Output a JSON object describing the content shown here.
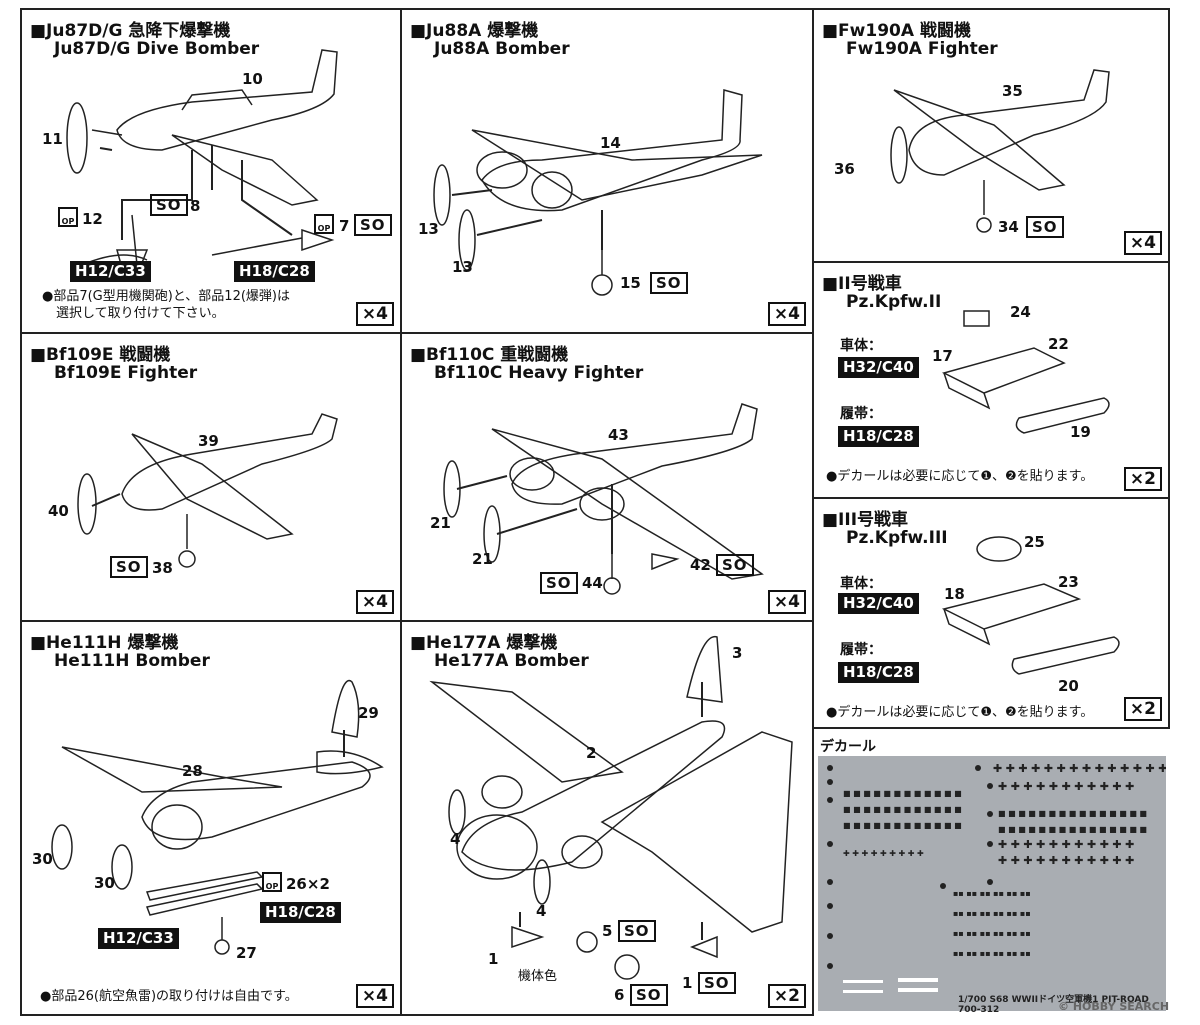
{
  "panels": {
    "ju87": {
      "title_jp": "■Ju87D/G 急降下爆撃機",
      "title_en": "Ju87D/G Dive Bomber",
      "qty": "×4",
      "parts": {
        "p10": "10",
        "p11": "11",
        "p12": "12",
        "p8": "8",
        "p7": "7"
      },
      "so": "SO",
      "code_a": "H12/C33",
      "code_b": "H18/C28",
      "op": "OP",
      "note_l1": "●部品7(G型用機関砲)と、部品12(爆弾)は",
      "note_l2": "選択して取り付けて下さい。"
    },
    "ju88": {
      "title_jp": "■Ju88A 爆撃機",
      "title_en": "Ju88A Bomber",
      "qty": "×4",
      "parts": {
        "p14": "14",
        "p13a": "13",
        "p13b": "13",
        "p15": "15"
      },
      "so": "SO"
    },
    "fw190": {
      "title_jp": "■Fw190A 戦闘機",
      "title_en": "Fw190A Fighter",
      "qty": "×4",
      "parts": {
        "p35": "35",
        "p36": "36",
        "p34": "34"
      },
      "so": "SO"
    },
    "bf109": {
      "title_jp": "■Bf109E 戦闘機",
      "title_en": "Bf109E Fighter",
      "qty": "×4",
      "parts": {
        "p39": "39",
        "p40": "40",
        "p38": "38"
      },
      "so": "SO"
    },
    "bf110": {
      "title_jp": "■Bf110C 重戦闘機",
      "title_en": "Bf110C Heavy Fighter",
      "qty": "×4",
      "parts": {
        "p43": "43",
        "p21a": "21",
        "p21b": "21",
        "p44": "44",
        "p42": "42"
      },
      "so": "SO"
    },
    "pz2": {
      "title_jp": "■II号戦車",
      "title_en": "Pz.Kpfw.II",
      "qty": "×2",
      "parts": {
        "p24": "24",
        "p22": "22",
        "p17": "17",
        "p19": "19"
      },
      "hull_label": "車体：",
      "hull_code": "H32/C40",
      "track_label": "履帯：",
      "track_code": "H18/C28",
      "note": "●デカールは必要に応じて❶、❷を貼ります。"
    },
    "pz3": {
      "title_jp": "■III号戦車",
      "title_en": "Pz.Kpfw.III",
      "qty": "×2",
      "parts": {
        "p25": "25",
        "p23": "23",
        "p18": "18",
        "p20": "20"
      },
      "hull_label": "車体：",
      "hull_code": "H32/C40",
      "track_label": "履帯：",
      "track_code": "H18/C28",
      "note": "●デカールは必要に応じて❶、❷を貼ります。"
    },
    "he111": {
      "title_jp": "■He111H 爆撃機",
      "title_en": "He111H Bomber",
      "qty": "×4",
      "parts": {
        "p29": "29",
        "p28": "28",
        "p30a": "30",
        "p30b": "30",
        "p26": "26×2",
        "p27": "27"
      },
      "op": "OP",
      "code_a": "H12/C33",
      "code_b": "H18/C28",
      "note": "●部品26(航空魚雷)の取り付けは自由です。"
    },
    "he177": {
      "title_jp": "■He177A 爆撃機",
      "title_en": "He177A Bomber",
      "qty": "×2",
      "parts": {
        "p3": "3",
        "p2": "2",
        "p4a": "4",
        "p4b": "4",
        "p1a": "1",
        "p5": "5",
        "p6": "6",
        "p1b": "1"
      },
      "so": "SO",
      "body_color": "機体色"
    }
  },
  "decal": {
    "title": "デカール",
    "caption": "1/700 S68 WWIIドイツ空軍機1  PIT-ROAD 700-312",
    "watermark": "© HOBBY SEARCH"
  },
  "colors": {
    "line": "#222222",
    "decal_bg": "#a9adb2",
    "code_bg": "#111111"
  }
}
